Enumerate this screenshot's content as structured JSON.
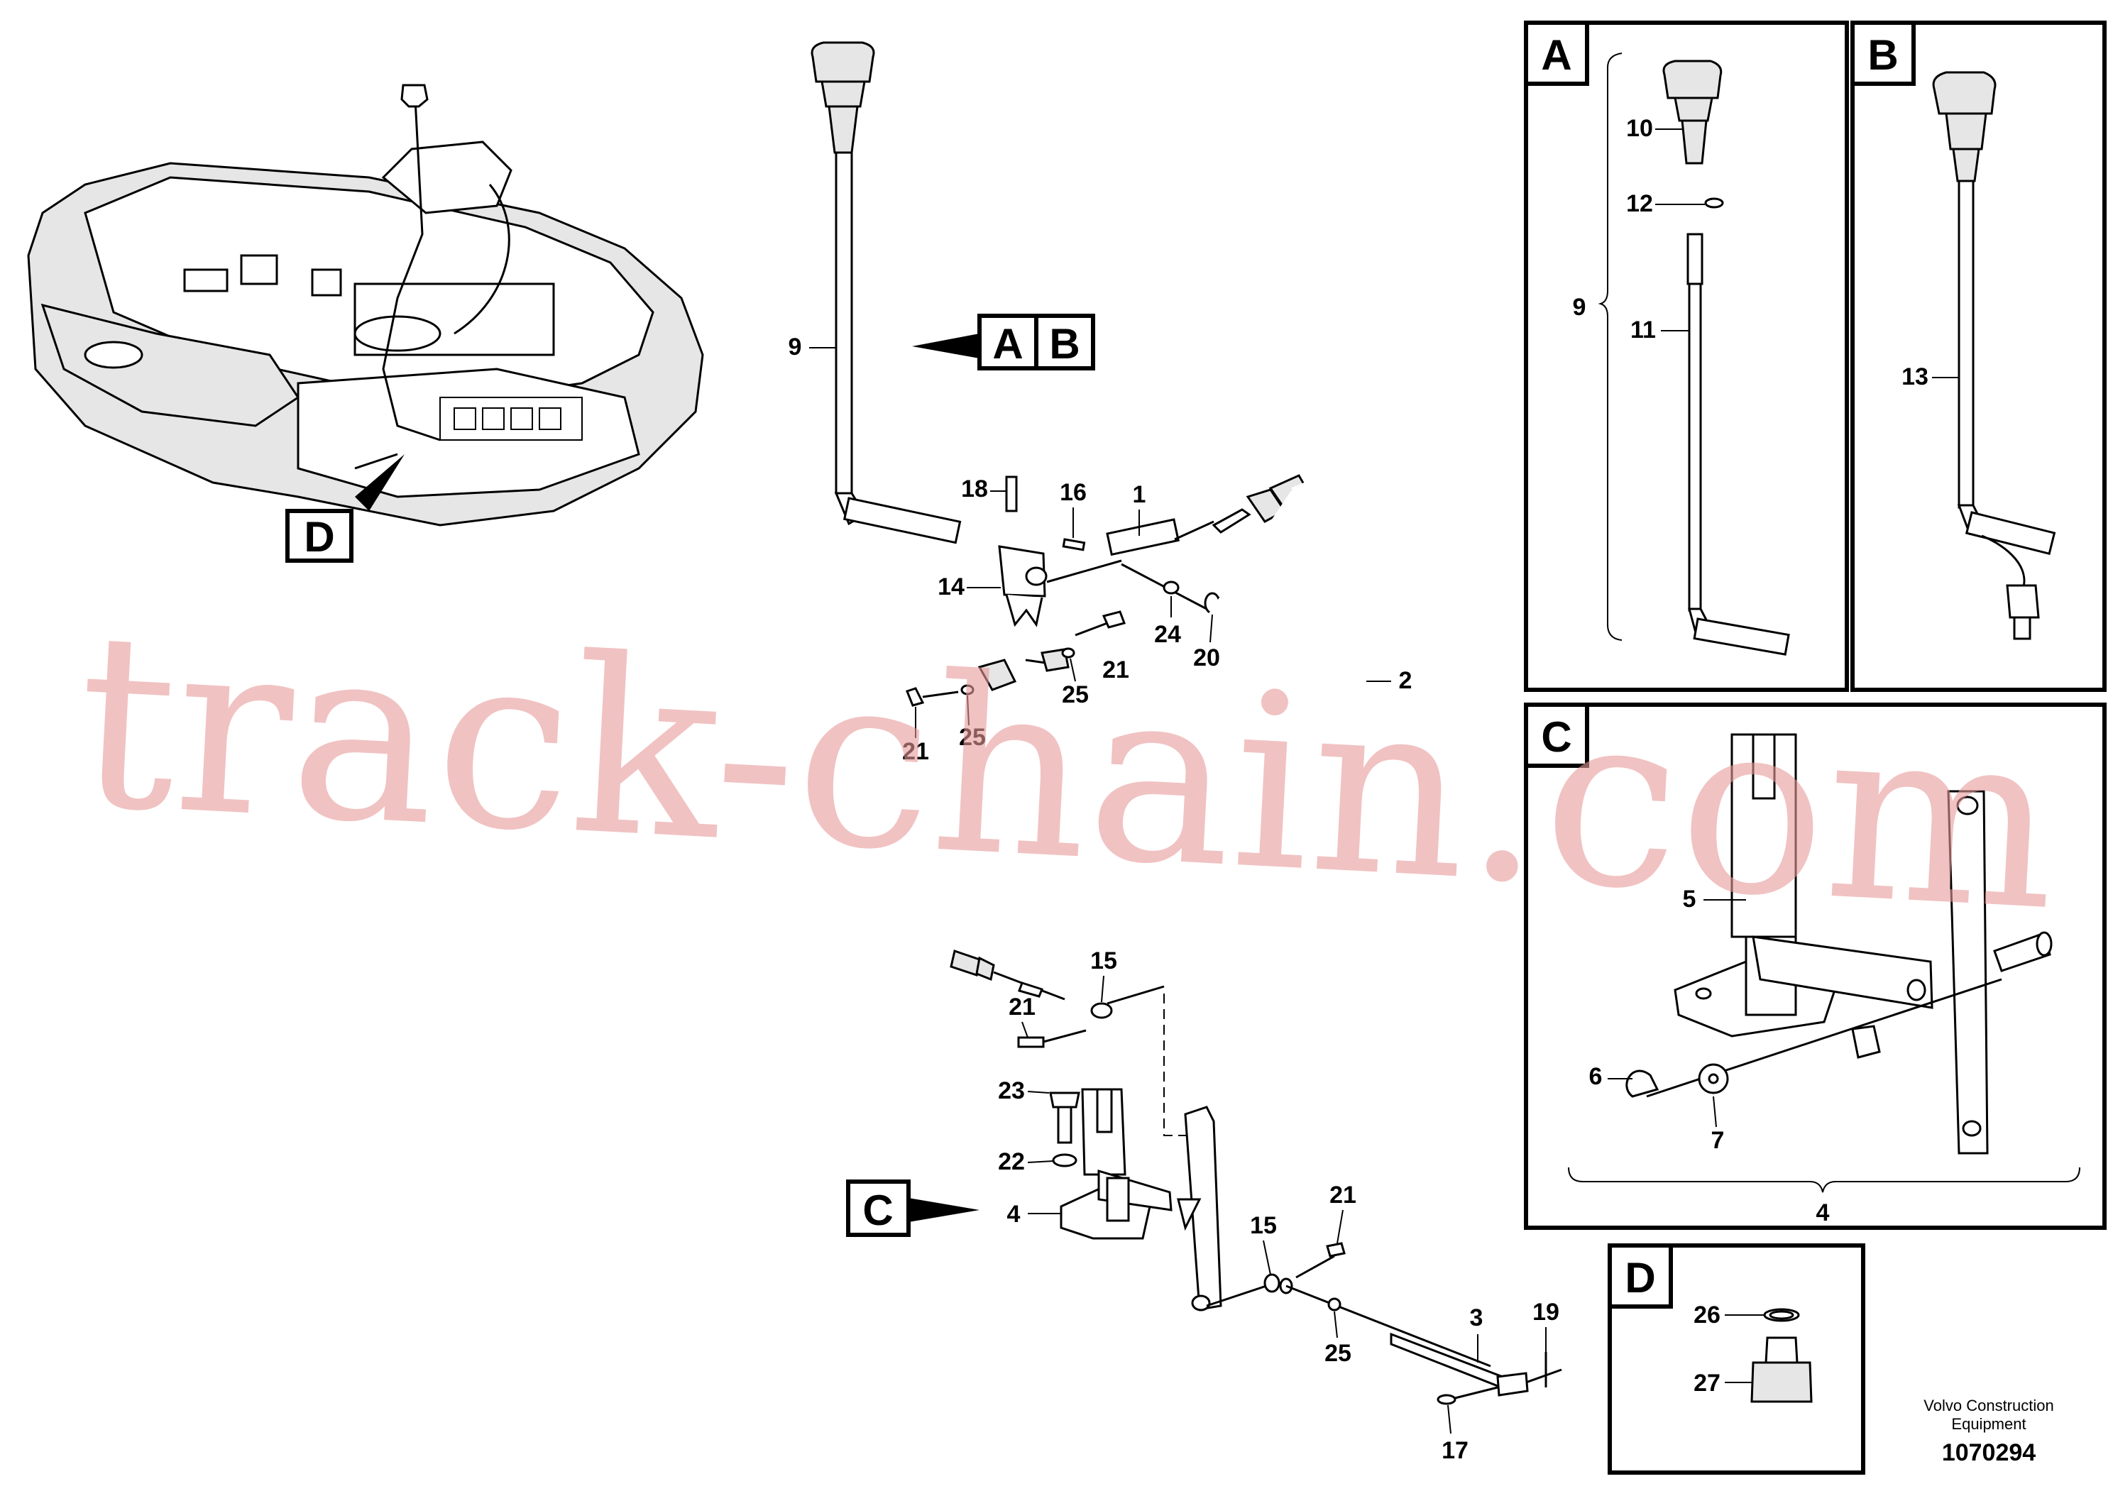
{
  "callouts": {
    "ab_a": "A",
    "ab_b": "B",
    "d": "D",
    "c": "C",
    "panel_a": "A",
    "panel_b": "B",
    "panel_c": "C",
    "panel_d": "D"
  },
  "main_labels": {
    "l9": "9",
    "l18": "18",
    "l16": "16",
    "l1": "1",
    "l14": "14",
    "l24": "24",
    "l20": "20",
    "l21a": "21",
    "l25a": "25",
    "l21b": "21",
    "l25b": "25",
    "l2": "2",
    "l15a": "15",
    "l21c": "21",
    "l23": "23",
    "l22": "22",
    "l4": "4",
    "l15b": "15",
    "l21d": "21",
    "l25c": "25",
    "l3": "3",
    "l19": "19",
    "l17": "17"
  },
  "panel_a_labels": {
    "l10": "10",
    "l12": "12",
    "l9": "9",
    "l11": "11"
  },
  "panel_b_labels": {
    "l13": "13"
  },
  "panel_c_labels": {
    "l5": "5",
    "l6": "6",
    "l7": "7",
    "l4": "4"
  },
  "panel_d_labels": {
    "l26": "26",
    "l27": "27"
  },
  "footer": {
    "company_line1": "Volvo Construction",
    "company_line2": "Equipment",
    "doc_number": "1070294"
  },
  "watermark": "track-chain.com"
}
